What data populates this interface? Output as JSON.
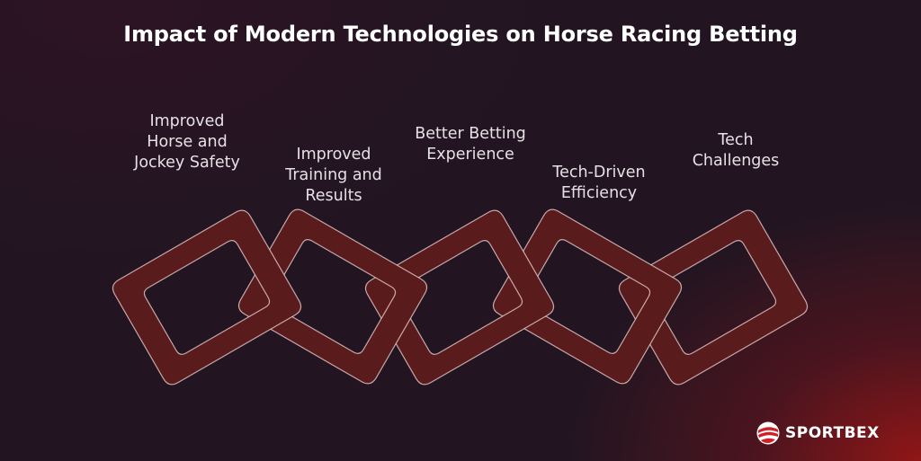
{
  "title": "Impact of Modern Technologies on Horse Racing Betting",
  "links": [
    {
      "label": "Improved\nHorse and\nJockey Safety"
    },
    {
      "label": "Improved\nTraining and\nResults"
    },
    {
      "label": "Better Betting\nExperience"
    },
    {
      "label": "Tech-Driven\nEfficiency"
    },
    {
      "label": "Tech\nChallenges"
    }
  ],
  "brand": {
    "name": "SPORTBEX",
    "logo_icon": "sportbex-logo-icon"
  },
  "colors": {
    "background": "#221521",
    "accent_glow": "#961616",
    "link_fill": "#5a1b1d",
    "link_stroke": "#f2d8d8",
    "text": "#e6e1e4"
  }
}
